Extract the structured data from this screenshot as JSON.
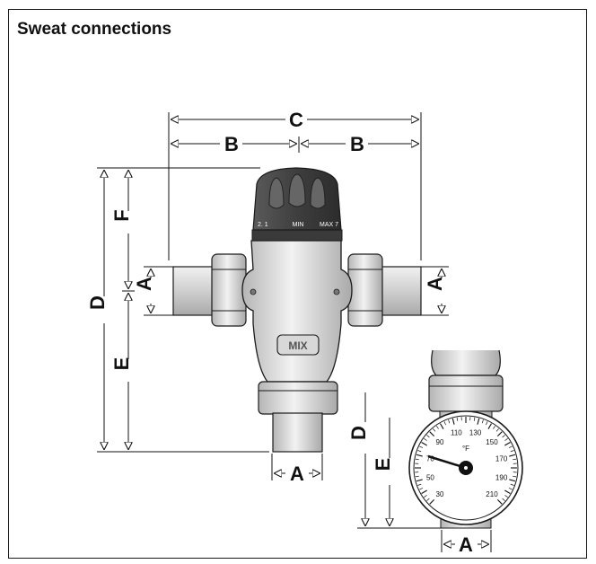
{
  "title": "Sweat connections",
  "labels": {
    "A": "A",
    "B": "B",
    "C": "C",
    "D": "D",
    "E": "E",
    "F": "F"
  },
  "knob": {
    "scale_left": "2. 1",
    "min": "MIN",
    "max": "MAX 7"
  },
  "body_badge": "MIX",
  "gauge": {
    "unit": "°F",
    "ticks": [
      "30",
      "50",
      "70",
      "90",
      "110",
      "130",
      "150",
      "170",
      "190",
      "210"
    ]
  },
  "colors": {
    "outline": "#1a1a1a",
    "metal": "#d6d6d6",
    "knob": "#4a4a4a"
  }
}
